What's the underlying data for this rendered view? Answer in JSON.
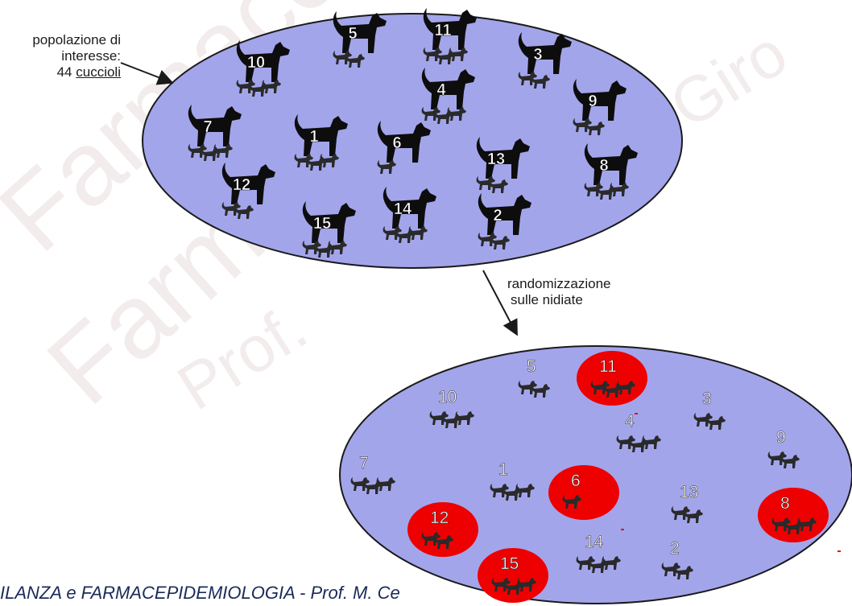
{
  "diagram": {
    "population_label": [
      "popolazione di",
      "interesse:",
      "44"
    ],
    "population_label_underlined": "cuccioli",
    "arrow_label": [
      "randomizzazione",
      "sulle nidiate"
    ],
    "litter_numbers": [
      "1",
      "2",
      "3",
      "4",
      "5",
      "6",
      "7",
      "8",
      "9",
      "10",
      "11",
      "12",
      "13",
      "14",
      "15"
    ],
    "selected_litters": [
      "11",
      "6",
      "12",
      "8",
      "15"
    ],
    "colors": {
      "ellipse_fill": "#a3a5eb",
      "ellipse_stroke": "#1a1a1a",
      "selected_fill": "#ee0000",
      "dog_fill": "#0d0d0d",
      "puppy_fill": "#2a2a2a"
    }
  },
  "watermarks": [
    "Farmaco",
    "Farmaco",
    "Prof. M. Giro",
    "Prof."
  ],
  "footer": {
    "text": "ILANZA e FARMACEPIDEMIOLOGIA - Prof. M. Ce"
  }
}
